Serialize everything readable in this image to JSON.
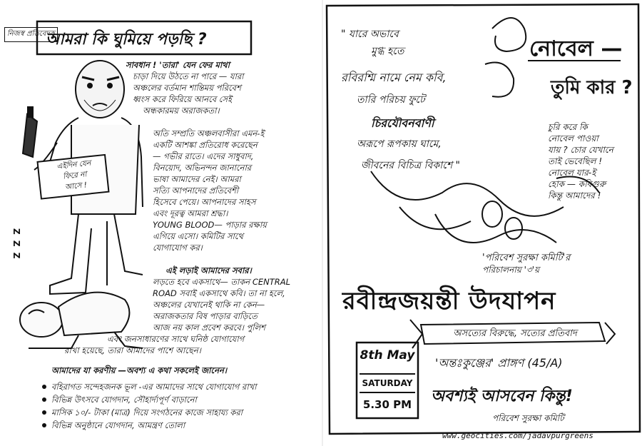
{
  "left_panel": {
    "corner_tag": "নিজস্ব প্রতিবেদক",
    "title": "আমরা কি ঘুমিয়ে পড়ছি ?",
    "sign_text": [
      "এইদিন যেন",
      "ফিরে না",
      "আসে !"
    ],
    "sleep_text": "Z Z Z",
    "body_lines": [
      "সাবধান ! 'তারা' যেন ফের মাথা",
      "চাড়া দিয়ে উঠতে না পারে — যারা",
      "অঞ্চলের বর্তমান শান্তিময় পরিবেশ",
      "ধ্বংস করে ফিরিয়ে আনবে সেই",
      "অন্ধকারময় অরাজকতা।",
      "অতি সম্প্রতি অঞ্চলবাসীরা এমন-ই",
      "একটি আশঙ্কা প্রতিরোধ করেছেন",
      "— গভীর রাতে। এদের সাধুবাদ,",
      "বিনয়োদ, অভিনন্দন জানানোর",
      "ভাষা আমাদের নেই। আমরা",
      "সত্যি আপনাদের প্রতিবেশী",
      "হিসেবে পেয়ে। আপনাদের সাহস",
      "এবং দূরত্ব আমরা শ্রদ্ধা।",
      "YOUNG BLOOD— পাড়ার রক্ষায়",
      "এগিয়ে এসো। কমিটির সাথে",
      "যোগাযোগ কর।",
      "এই লড়াই আমাদের সবার।",
      "লড়তে হবে একসাথে— তাকন CENTRAL",
      "ROAD সবাই একসাথে কবি। তা না হলে,",
      "অঞ্চলের যেখানেই থাকি না কেন—",
      "অরাজকতার বিষ পাড়ার বাড়িতে",
      "আজ নয় কাল প্রবেশ করবে। পুলিশ",
      "এবং জনসাধারণের সাথে ঘনিষ্ঠ যোগাযোগ",
      "রাখা হয়েছে, তারা আমাদের পাশে আছেন।"
    ],
    "todo_intro": "আমাদের যা করণীয় —অবশ্য এ কথা সকলেই জানেন।",
    "todo_items": [
      "বহিরাগত সন্দেহজনক ভূল -এর আমাদের সাথে যোগাযোগ রাখা",
      "বিভিন্ন উৎসবে যোগদান, সৌহার্দ্যপূর্ণ বাড়ানো",
      "মাসিক ১০/- টাকা (মাত্র) দিয়ে সংগঠনের কাজে সাহায্য করা",
      "বিভিন্ন অনুষ্ঠানে যোগদান, আমন্ত্রণ তোলা"
    ]
  },
  "right_panel": {
    "quote_lines": [
      "\" যারে অভাবে",
      "মুগ্ধ হতে",
      "রবিরশ্মি নামে নেম কবি,",
      "তারি পরিচয় ফুটে",
      "চিরযৌবনবাণী",
      "অরূপে রূপকায় ঘামে,",
      "জীবনের বিচিত্র বিকাশে \""
    ],
    "nobel_title": "নোবেল —",
    "nobel_sub": "তুমি কার ?",
    "stolen_text": [
      "চুরি করে কি",
      "নোবেল পাওয়া",
      "যায় ? চোর যেখানে",
      "তাই ভেবেছিল !",
      "নোবেল যার-ই",
      "হোক — কবিগুরু",
      "কিন্তু আমাদের !"
    ],
    "organizer_lines": [
      "'পরিবেশ সুরক্ষা কমিটি'র",
      "পরিচালনায় '৩'য়"
    ],
    "big_title": "রবীন্দ্রজয়ন্তী উদযাপন",
    "banner_text": "অসত্যের বিরুদ্ধে, সত্যের প্রতিবাদ",
    "date": "8th May",
    "day": "SATURDAY",
    "time": "5.30 PM",
    "venue": "'অন্তঃকুঞ্জের' প্রাঙ্গণ (45/A)",
    "invite": "অবশ্যই আসবেন কিন্তু!",
    "signature": "পরিবেশ সুরক্ষা কমিটি",
    "url": "www.geocities.com/jadavpurgreens"
  }
}
